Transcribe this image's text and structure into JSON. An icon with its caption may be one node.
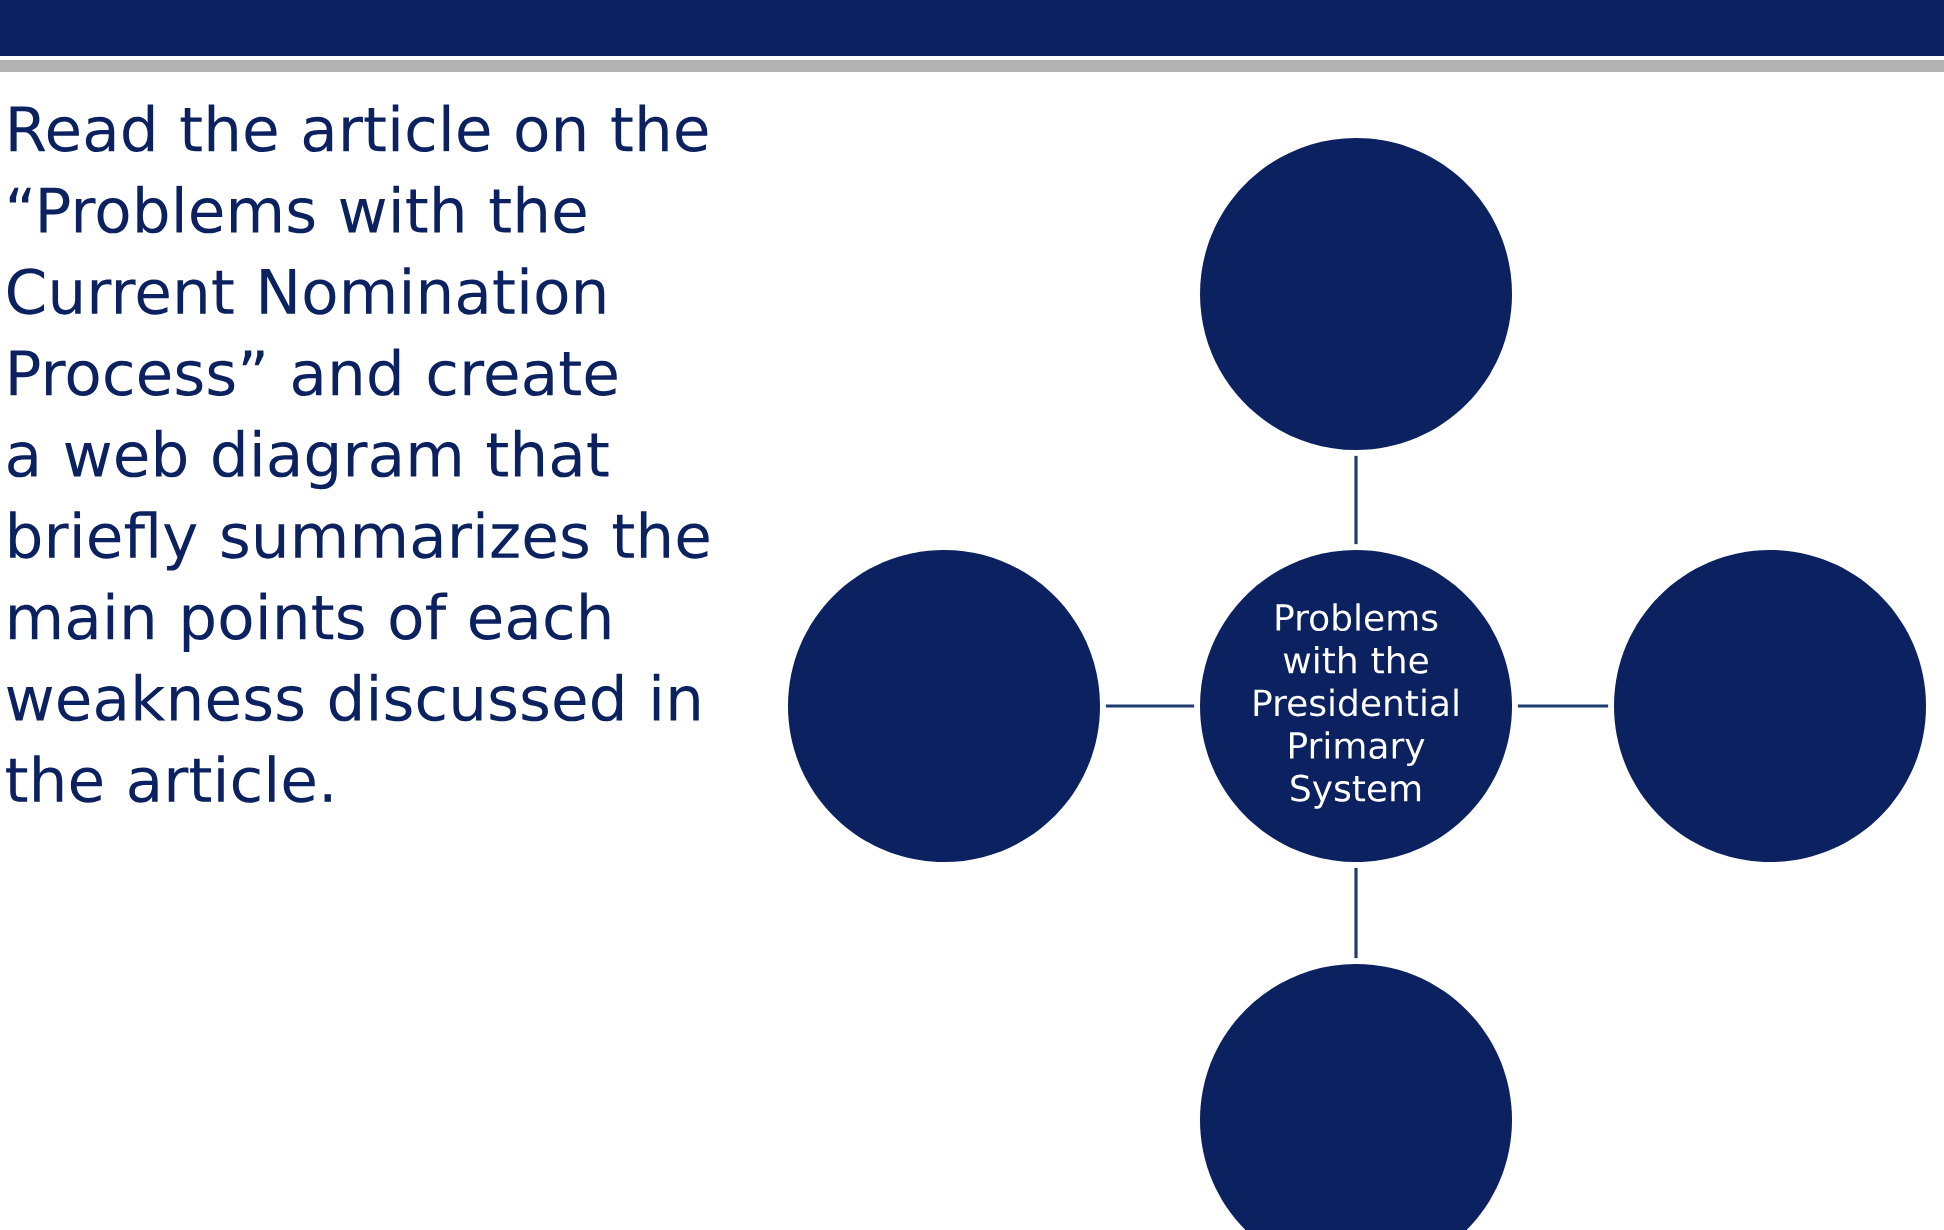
{
  "diagram": {
    "nodes": [
      {
        "text": [],
        "shape": "circle"
      },
      {
        "text": [],
        "shape": "circle"
      },
      {
        "text": [
          "Problems with the Presidential Primary System"
        ]
      },
      {
        "text": [],
        "shape": "circle"
      },
      {
        "text": [],
        "shape": "circle"
      }
    ],
    "edges": [
      {
        "from": 2,
        "to": 0,
        "arrow": "none"
      },
      {
        "from": 2,
        "to": 1,
        "arrow": "none"
      },
      {
        "from": 2,
        "to": 3,
        "arrow": "none"
      },
      {
        "from": 2,
        "to": 4,
        "arrow": "none"
      }
    ],
    "labels": [
      "Read the article on the “Problems with the Current Nomination Process” and create a web diagram that briefly summarizes the main points of each weakness discussed in the article."
    ]
  }
}
